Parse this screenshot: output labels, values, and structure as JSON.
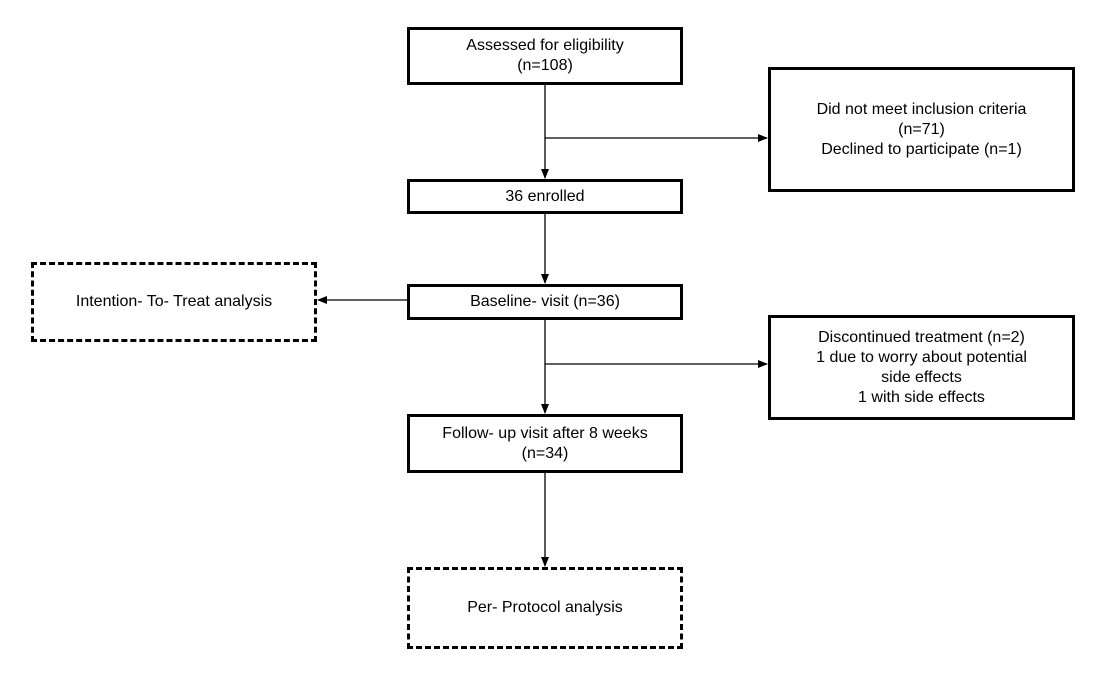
{
  "flowchart": {
    "assessed": {
      "line1": "Assessed for eligibility",
      "line2": "(n=108)"
    },
    "excluded": {
      "line1": "Did not meet inclusion criteria",
      "line2": "(n=71)",
      "line3": "Declined to participate (n=1)"
    },
    "enrolled": {
      "line1": "36 enrolled"
    },
    "itt": {
      "line1": "Intention- To- Treat analysis"
    },
    "baseline": {
      "line1": "Baseline- visit (n=36)"
    },
    "discontinued": {
      "line1": "Discontinued treatment (n=2)",
      "line2": "1 due to worry about potential",
      "line3": "side effects",
      "line4": "1 with side effects"
    },
    "followup": {
      "line1": "Follow- up visit after 8 weeks",
      "line2": "(n=34)"
    },
    "per_protocol": {
      "line1": "Per- Protocol analysis"
    }
  }
}
